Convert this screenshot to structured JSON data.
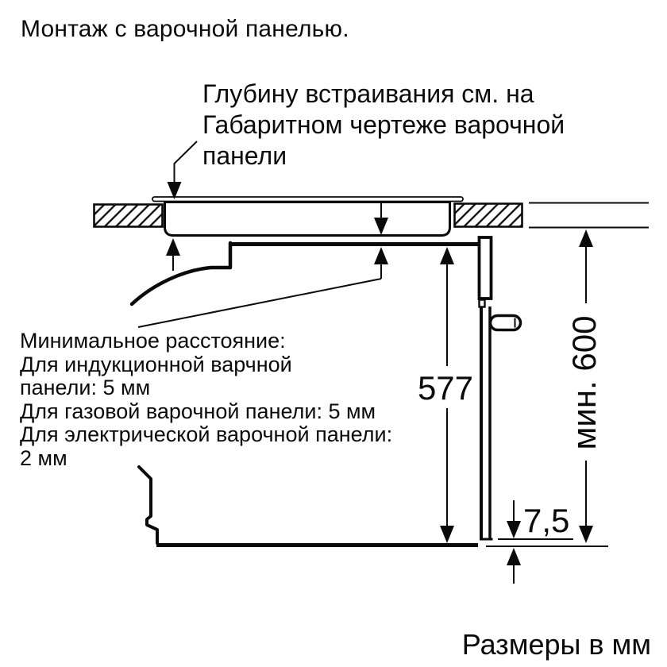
{
  "title": "Монтаж с варочной панелью.",
  "notes": {
    "embed_depth": "Глубину встраивания см. на\nГабаритном чертеже варочной\nпанели",
    "min_distance": "Минимальное расстояние:\nДля индукционной варчной\nпанели: 5 мм\nДля газовой варочной панели: 5 мм\nДля электрической варочной панели:\n2 мм"
  },
  "dimensions": {
    "oven_height_mm": "577",
    "niche_height_mm": "мин. 600",
    "door_overhang_mm": "7,5"
  },
  "footer": "Размеры в мм",
  "colors": {
    "ink": "#0a0a0a",
    "background": "#ffffff"
  }
}
